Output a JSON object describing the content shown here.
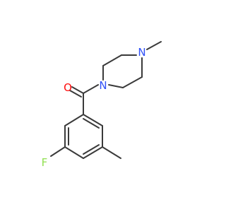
{
  "molecule": {
    "atoms": [
      {
        "id": "o",
        "label": "O",
        "color": "#ff0d0d"
      },
      {
        "id": "n1",
        "label": "N",
        "color": "#3050f8"
      },
      {
        "id": "n2",
        "label": "N",
        "color": "#3050f8"
      },
      {
        "id": "f",
        "label": "F",
        "color": "#90e050"
      }
    ],
    "bond_color": "#3a3a3a",
    "background": "#ffffff"
  }
}
